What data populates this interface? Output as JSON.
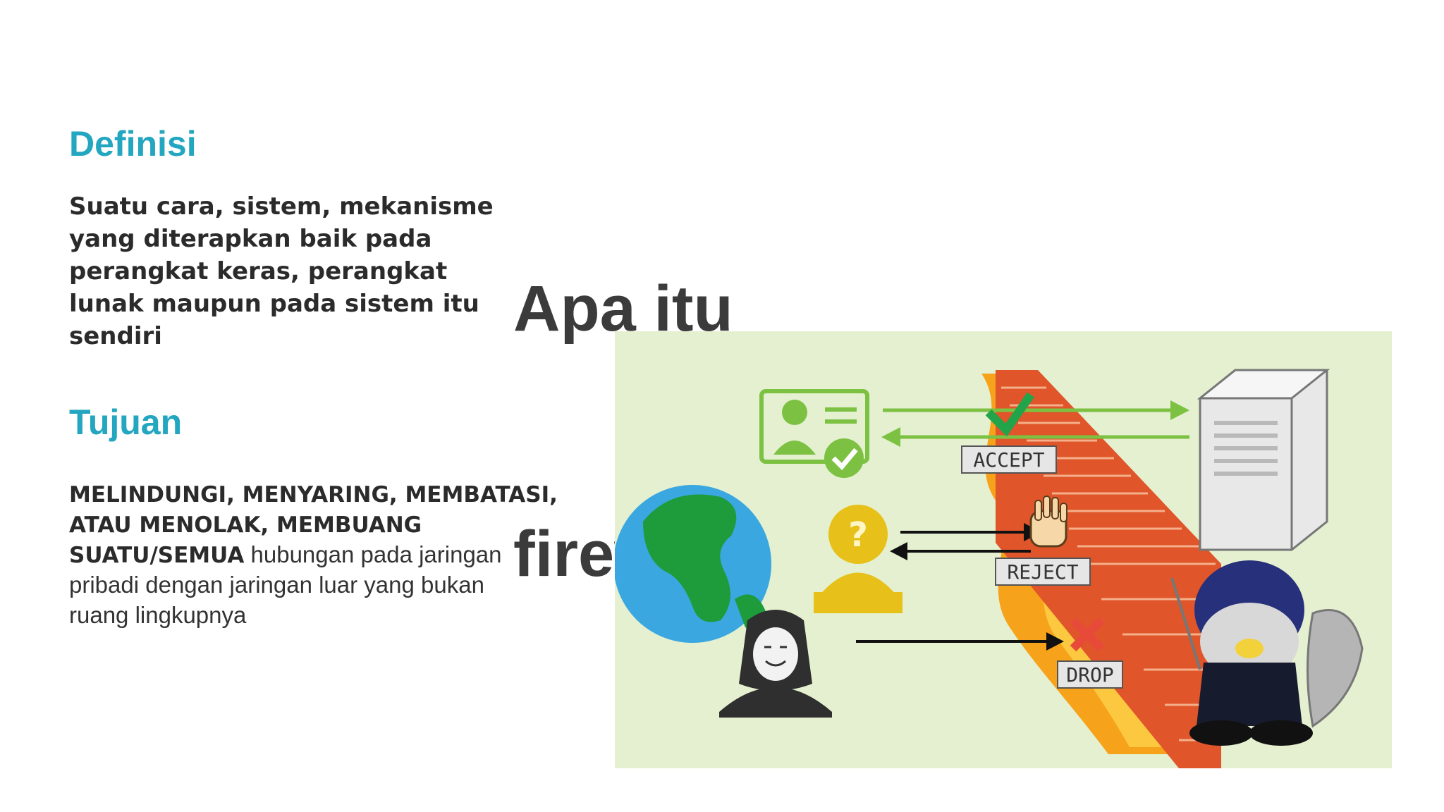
{
  "definition": {
    "heading": "Definisi",
    "lines": [
      "Suatu cara, sistem, mekanisme",
      "yang diterapkan baik pada",
      "perangkat keras, perangkat",
      "lunak maupun pada sistem itu",
      "sendiri"
    ]
  },
  "purpose": {
    "heading": "Tujuan",
    "lines": [
      {
        "bold": "MELINDUNGI, MENYARING, MEMBATASI,",
        "normal": ""
      },
      {
        "bold": "ATAU MENOLAK, MEMBUANG",
        "normal": ""
      },
      {
        "bold": "SUATU/SEMUA",
        "normal": " hubungan pada jaringan"
      },
      {
        "bold": "",
        "normal": "pribadi dengan jaringan luar yang bukan"
      },
      {
        "bold": "",
        "normal": "ruang lingkupnya"
      }
    ]
  },
  "title": {
    "line1": "Apa itu",
    "line2": "firewall  ??"
  },
  "illustration": {
    "labels": {
      "accept": "ACCEPT",
      "reject": "REJECT",
      "drop": "DROP"
    },
    "colors": {
      "background": "#e4f0d0",
      "accept_green": "#7cc141",
      "brick": "#e0552a",
      "flame": "#f7a21b",
      "ocean": "#3aa7e0",
      "land": "#1e9b3a",
      "question_user": "#e7c11a",
      "drop_x": "#e84a3a"
    },
    "icons": [
      "id-card-icon",
      "check-icon",
      "globe-icon",
      "question-user-icon",
      "hacker-icon",
      "server-icon",
      "hand-stop-icon",
      "x-icon",
      "penguin-guard-icon",
      "brick-wall-icon"
    ]
  }
}
